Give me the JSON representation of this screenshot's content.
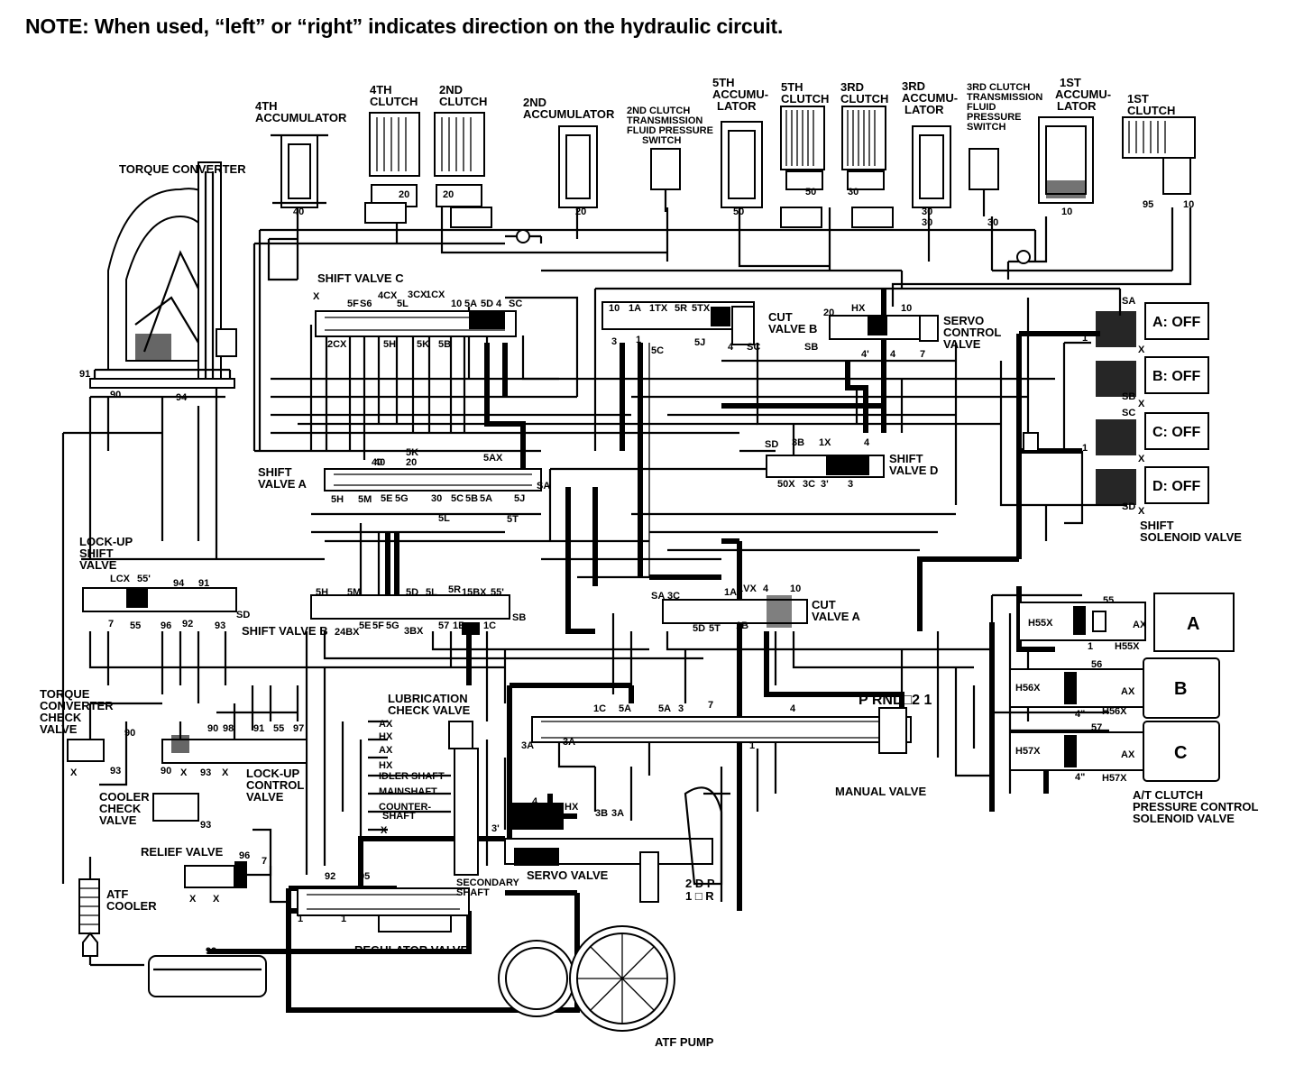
{
  "note": "NOTE: When used, “left” or “right” indicates direction on the hydraulic circuit.",
  "components": {
    "torque_converter": "TORQUE CONVERTER",
    "accumulator_4th": [
      "4TH",
      "ACCUMULATOR"
    ],
    "clutch_4th": [
      "4TH",
      "CLUTCH"
    ],
    "clutch_2nd": [
      "2ND",
      "CLUTCH"
    ],
    "accumulator_2nd": [
      "2ND",
      "ACCUMULATOR"
    ],
    "switch_2nd": [
      "2ND CLUTCH",
      "TRANSMISSION",
      "FLUID PRESSURE",
      "SWITCH"
    ],
    "accumulator_5th": [
      "5TH",
      "ACCUMU-",
      "LATOR"
    ],
    "clutch_5th": [
      "5TH",
      "CLUTCH"
    ],
    "clutch_3rd": [
      "3RD",
      "CLUTCH"
    ],
    "accumulator_3rd": [
      "3RD",
      "ACCUMU-",
      "LATOR"
    ],
    "switch_3rd": [
      "3RD CLUTCH",
      "TRANSMISSION",
      "FLUID",
      "PRESSURE",
      "SWITCH"
    ],
    "accumulator_1st": [
      "1ST",
      "ACCUMU-",
      "LATOR"
    ],
    "clutch_1st": [
      "1ST",
      "CLUTCH"
    ],
    "shift_valve_c": "SHIFT VALVE C",
    "cut_valve_b": [
      "CUT",
      "VALVE B"
    ],
    "servo_control_valve": [
      "SERVO",
      "CONTROL",
      "VALVE"
    ],
    "shift_valve_a": [
      "SHIFT",
      "VALVE A"
    ],
    "shift_valve_d": [
      "SHIFT",
      "VALVE D"
    ],
    "lockup_shift_valve": [
      "LOCK-UP",
      "SHIFT",
      "VALVE"
    ],
    "shift_valve_b": "SHIFT VALVE B",
    "cut_valve_a": [
      "CUT",
      "VALVE A"
    ],
    "tc_check_valve": [
      "TORQUE",
      "CONVERTER",
      "CHECK",
      "VALVE"
    ],
    "lubrication_check_valve": [
      "LUBRICATION",
      "CHECK VALVE"
    ],
    "lockup_control_valve": [
      "LOCK-UP",
      "CONTROL",
      "VALVE"
    ],
    "cooler_check_valve": [
      "COOLER",
      "CHECK",
      "VALVE"
    ],
    "relief_valve": "RELIEF VALVE",
    "atf_cooler": [
      "ATF",
      "COOLER"
    ],
    "servo_valve": "SERVO VALVE",
    "regulator_valve": "REGULATOR VALVE",
    "atf_pump": "ATF PUMP",
    "manual_valve": "MANUAL VALVE",
    "shift_solenoid_valve": [
      "SHIFT",
      "SOLENOID VALVE"
    ],
    "atc_pcs_valve": [
      "A/T CLUTCH",
      "PRESSURE CONTROL",
      "SOLENOID VALVE"
    ]
  },
  "solenoids": [
    {
      "label": "A: OFF"
    },
    {
      "label": "B: OFF"
    },
    {
      "label": "C: OFF"
    },
    {
      "label": "D: OFF"
    }
  ],
  "pressure_controls": [
    {
      "label": "A",
      "h": "H55X",
      "port": "55",
      "inner": "H55X"
    },
    {
      "label": "B",
      "h": "H56X",
      "port": "56",
      "inner": "H56X"
    },
    {
      "label": "C",
      "h": "H57X",
      "port": "57",
      "inner": "H57X"
    }
  ],
  "lube_lines": [
    "AX",
    "HX",
    "AX",
    "HX",
    "IDLER SHAFT",
    "MAINSHAFT",
    "COUNTER-",
    "SHAFT",
    "X"
  ],
  "secondary_shaft": [
    "SECONDARY",
    "SHAFT"
  ],
  "manual_positions": "P  RND□2 1",
  "servo_positions": [
    "2 D P",
    "1 □ R"
  ],
  "ports": {
    "scv_c": [
      "X",
      "5F",
      "S6",
      "4CX",
      "5L",
      "3CX",
      "1CX",
      "10",
      "5A",
      "5D",
      "4",
      "SC",
      "2CX",
      "5H",
      "5K",
      "5B"
    ],
    "cvb": [
      "10",
      "1A",
      "1TX",
      "5R",
      "5TX",
      "3",
      "1",
      "5C",
      "5J",
      "4",
      "SC"
    ],
    "servo": [
      "20",
      "HX",
      "10",
      "SB",
      "4'",
      "4",
      "7"
    ],
    "sva": [
      "40",
      "5K",
      "20",
      "5AX",
      "5H",
      "5M",
      "5G",
      "5E",
      "30",
      "5C",
      "5B",
      "5A",
      "5J",
      "SA",
      "5L",
      "5T"
    ],
    "svd": [
      "SD",
      "3B",
      "1X",
      "4",
      "50X",
      "3C",
      "3'",
      "3"
    ],
    "lus": [
      "LCX",
      "55'",
      "94",
      "91",
      "SD",
      "7",
      "55",
      "96",
      "92",
      "93"
    ],
    "svb": [
      "5H",
      "5M",
      "5D",
      "5L",
      "5R",
      "15BX",
      "55'",
      "SB",
      "24BX",
      "5E",
      "5F",
      "5G",
      "3BX",
      "57",
      "1B",
      "1C"
    ],
    "cva": [
      "SA",
      "3C",
      "1A",
      "1VX",
      "4",
      "10",
      "5D",
      "5T",
      "1B"
    ],
    "manual": [
      "1C",
      "5A",
      "5A",
      "3",
      "7",
      "4",
      "3A",
      "3A",
      "1"
    ],
    "misc": [
      "91",
      "90",
      "94",
      "40",
      "20",
      "20",
      "50",
      "30",
      "30",
      "10",
      "95",
      "10",
      "1",
      "1",
      "X",
      "X",
      "X",
      "X",
      "SA",
      "SB",
      "SC",
      "SD",
      "90",
      "93",
      "X",
      "90",
      "98",
      "91",
      "55",
      "97",
      "90",
      "X",
      "93",
      "X",
      "93",
      "92",
      "95",
      "96",
      "7",
      "99",
      "1",
      "1",
      "4",
      "3'",
      "4\"",
      "HX",
      "3B",
      "3A",
      "4\"",
      "4\"",
      "1",
      "AX",
      "AX",
      "AX",
      "X",
      "X",
      "40",
      "20",
      "50",
      "30",
      "30"
    ]
  }
}
